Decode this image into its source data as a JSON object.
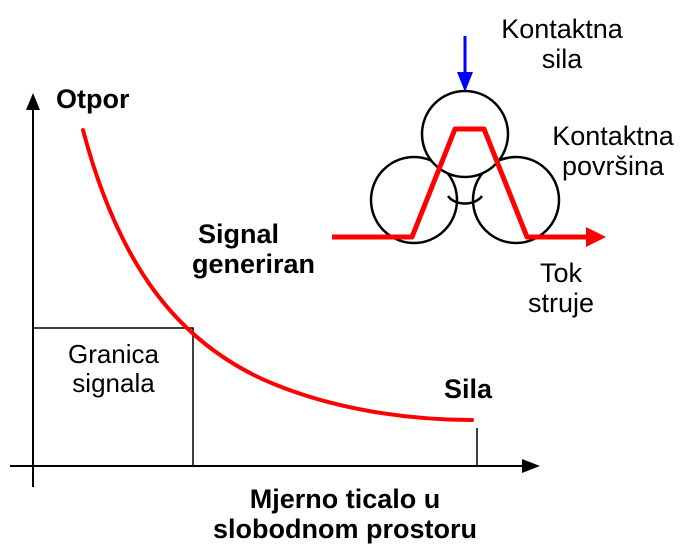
{
  "diagram": {
    "y_axis_label": "Otpor",
    "x_axis_label_line1": "Mjerno ticalo u",
    "x_axis_label_line2": "slobodnom prostoru",
    "force_label": "Sila",
    "threshold_label_line1": "Granica",
    "threshold_label_line2": "signala",
    "signal_label_line1": "Signal",
    "signal_label_line2": "generiran",
    "contact_force_line1": "Kontaktna",
    "contact_force_line2": "sila",
    "contact_surface_line1": "Kontaktna",
    "contact_surface_line2": "površina",
    "current_flow_line1": "Tok",
    "current_flow_line2": "struje"
  },
  "colors": {
    "curve": "#ff0000",
    "force_arrow": "#0000ff",
    "axes": "#000000"
  }
}
